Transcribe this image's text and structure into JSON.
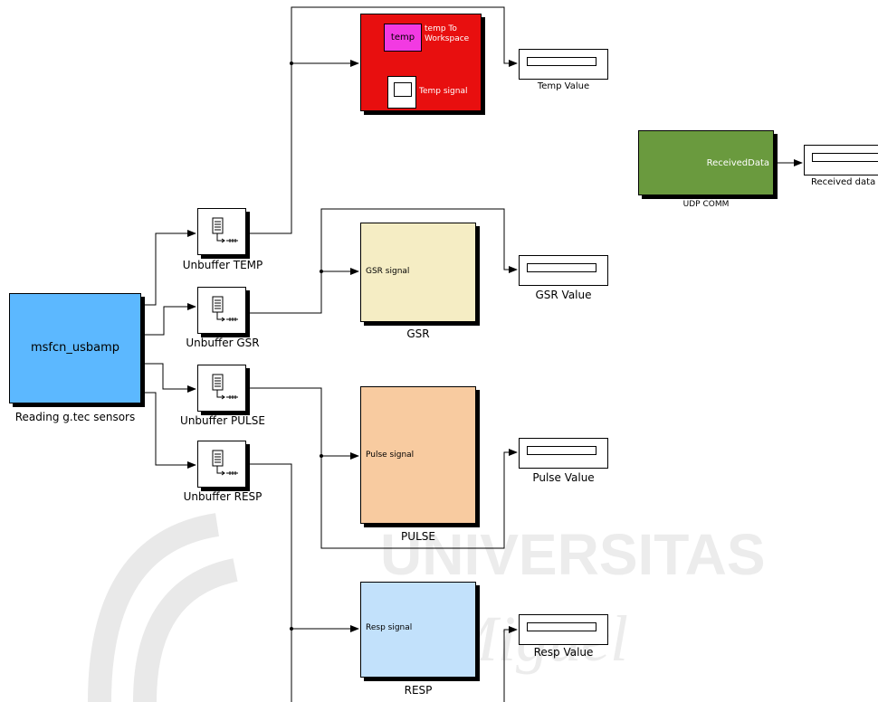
{
  "source_block": {
    "title": "msfcn_usbamp",
    "label": "Reading g.tec sensors",
    "color": "#5cb8ff"
  },
  "unbuffers": [
    {
      "label": "Unbuffer TEMP"
    },
    {
      "label": "Unbuffer GSR"
    },
    {
      "label": "Unbuffer PULSE"
    },
    {
      "label": "Unbuffer RESP"
    }
  ],
  "temp_subsystem": {
    "color": "#e80f0f",
    "workspace_block": "temp",
    "workspace_label": "temp To Workspace",
    "scope_label": "Temp signal"
  },
  "gsr_subsystem": {
    "port": "GSR signal",
    "label": "GSR",
    "color": "#f5edc4"
  },
  "pulse_subsystem": {
    "port": "Pulse signal",
    "label": "PULSE",
    "color": "#f8cba0"
  },
  "resp_subsystem": {
    "port": "Resp signal",
    "label": "RESP",
    "color": "#c2e1fb"
  },
  "displays": {
    "temp": "Temp Value",
    "gsr": "GSR Value",
    "pulse": "Pulse Value",
    "resp": "Resp Value",
    "received": "Received data"
  },
  "udp_block": {
    "port": "ReceivedData",
    "label": "UDP COMM",
    "color": "#6a9a3e"
  },
  "watermark": {
    "line1": "UNIVERSITAS",
    "line2": "Miguel"
  }
}
